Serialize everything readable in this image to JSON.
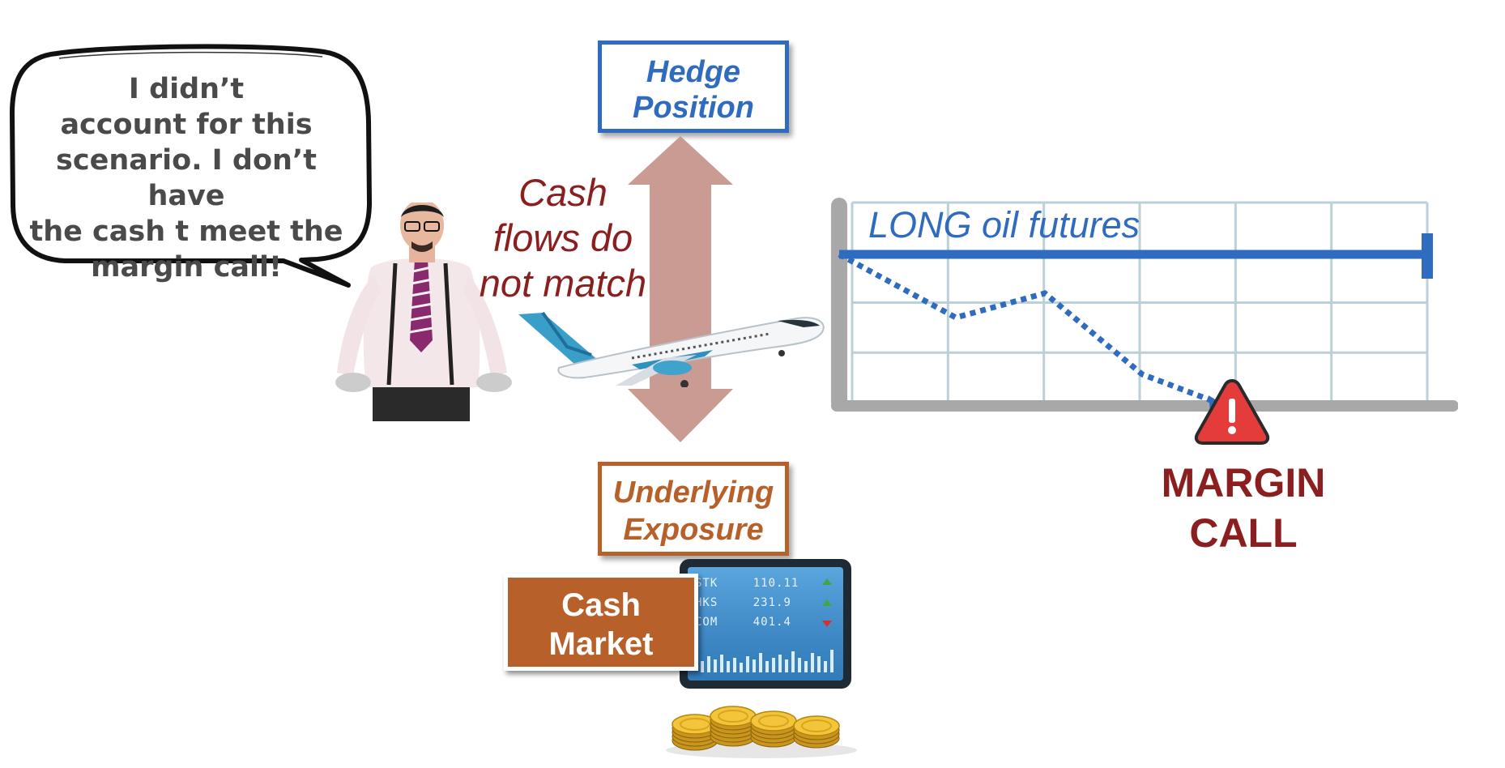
{
  "speech_bubble": {
    "lines": [
      "I didn’t",
      "account for this",
      "scenario. I don’t have",
      "the cash t meet the",
      "margin call!"
    ]
  },
  "hedge_position": {
    "lines": [
      "Hedge",
      "Position"
    ],
    "color": "#2f6bbf"
  },
  "underlying_exposure": {
    "lines": [
      "Underlying",
      "Exposure"
    ],
    "color": "#b8602a"
  },
  "cash_flows_note": {
    "lines": [
      "Cash",
      "flows do",
      "not match"
    ],
    "color": "#8b1e1e"
  },
  "chart": {
    "label": "LONG oil futures",
    "line_color": "#2f6bbf",
    "grid_color": "#bcd0d8",
    "axis_color": "#a8a8a8"
  },
  "margin_call": {
    "lines": [
      "MARGIN",
      "CALL"
    ],
    "color": "#8b1e1e",
    "icon": "warning-icon"
  },
  "cash_market": {
    "lines": [
      "Cash",
      "Market"
    ],
    "color": "#b8602a"
  },
  "ticker_rows": [
    {
      "symbol": "STK",
      "value": "110.11",
      "trend": "up"
    },
    {
      "symbol": "HKS",
      "value": "231.9",
      "trend": "up"
    },
    {
      "symbol": "COM",
      "value": "401.4",
      "trend": "down"
    }
  ],
  "images": [
    "businessman-empty-pockets",
    "airplane",
    "trading-tablet",
    "gold-coins"
  ]
}
